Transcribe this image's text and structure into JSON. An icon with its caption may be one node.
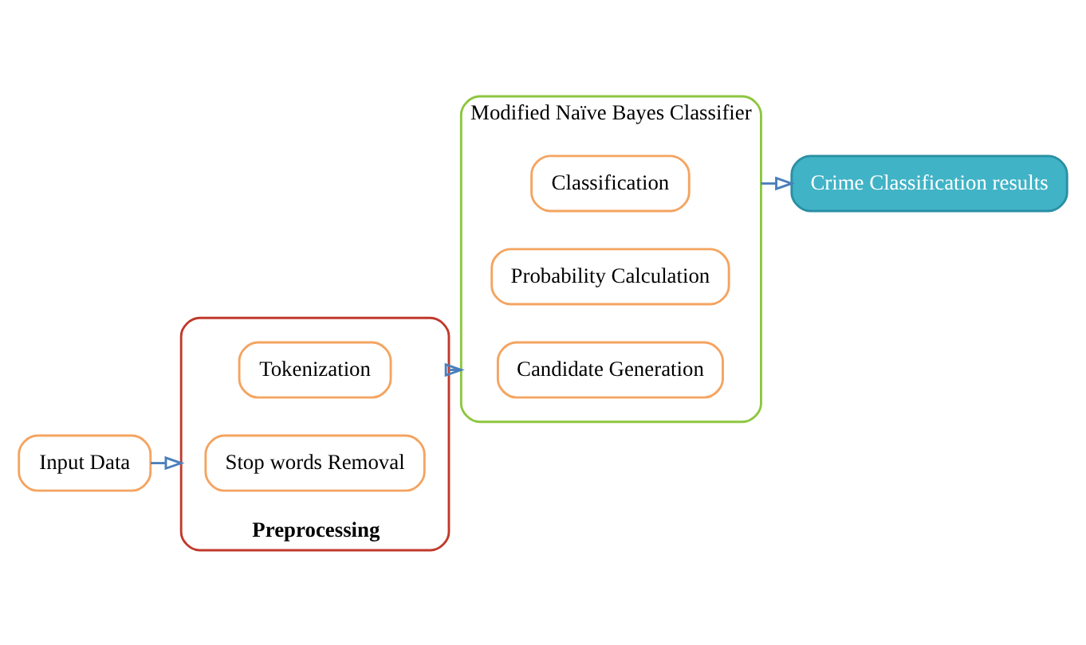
{
  "diagram": {
    "nodes": [
      {
        "text": [
          "Input Data"
        ]
      },
      {
        "text": [
          "Preprocessing"
        ]
      },
      {
        "text": [
          "Stop words Removal"
        ],
        "in": 1
      },
      {
        "text": [
          "Tokenization"
        ],
        "in": 1
      },
      {
        "text": [
          "Modified Naïve Bayes Classifier"
        ]
      },
      {
        "text": [
          "Candidate Generation"
        ],
        "in": 4
      },
      {
        "text": [
          "Probability Calculation"
        ],
        "in": 4
      },
      {
        "text": [
          "Classification"
        ],
        "in": 4
      },
      {
        "text": [
          "Crime Classification results"
        ]
      }
    ],
    "edges": [
      {
        "from": 0,
        "to": 1,
        "arrow": "to"
      },
      {
        "from": 1,
        "to": 4,
        "arrow": "to"
      },
      {
        "from": 4,
        "to": 8,
        "arrow": "to"
      }
    ]
  }
}
